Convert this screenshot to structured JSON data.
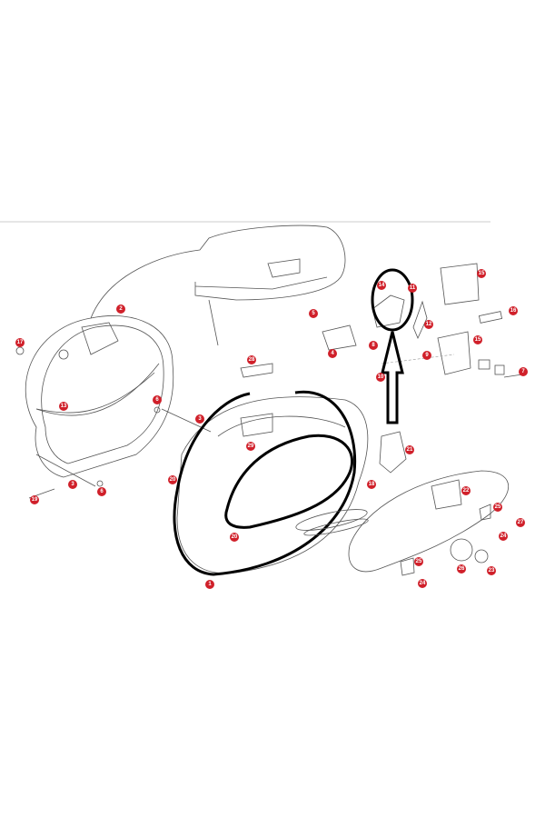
{
  "diagram": {
    "title": "Side case exploded parts diagram",
    "accent_color": "#d0202a",
    "highlight_color": "#000000",
    "callouts": [
      "17",
      "2",
      "13",
      "6",
      "3",
      "3",
      "6",
      "19",
      "28",
      "29",
      "20",
      "20",
      "1",
      "5",
      "4",
      "8",
      "10",
      "14",
      "11",
      "12",
      "15",
      "16",
      "15",
      "9",
      "7",
      "21",
      "18",
      "22",
      "25",
      "27",
      "24",
      "26",
      "23",
      "25",
      "24"
    ]
  }
}
